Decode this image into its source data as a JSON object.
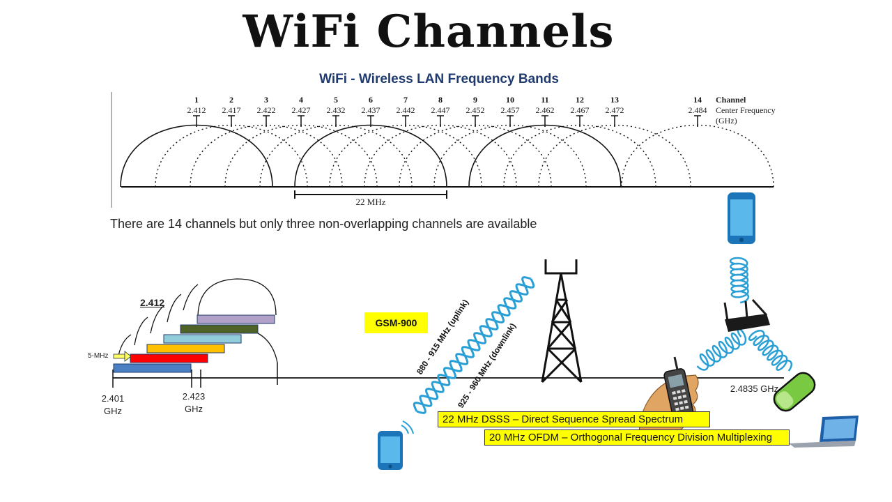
{
  "title": "WiFi Channels",
  "band_title": "WiFi - Wireless LAN Frequency Bands",
  "caption": "There are 14 channels but only three non-overlapping channels are available",
  "channels": [
    {
      "num": "1",
      "freq": "2.412"
    },
    {
      "num": "2",
      "freq": "2.417"
    },
    {
      "num": "3",
      "freq": "2.422"
    },
    {
      "num": "4",
      "freq": "2.427"
    },
    {
      "num": "5",
      "freq": "2.432"
    },
    {
      "num": "6",
      "freq": "2.437"
    },
    {
      "num": "7",
      "freq": "2.442"
    },
    {
      "num": "8",
      "freq": "2.447"
    },
    {
      "num": "9",
      "freq": "2.452"
    },
    {
      "num": "10",
      "freq": "2.457"
    },
    {
      "num": "11",
      "freq": "2.462"
    },
    {
      "num": "12",
      "freq": "2.467"
    },
    {
      "num": "13",
      "freq": "2.472"
    },
    {
      "num": "14",
      "freq": "2.484"
    }
  ],
  "legend": {
    "channel": "Channel",
    "center_frequency": "Center Frequency",
    "unit": "(GHz)"
  },
  "width_label": "22 MHz",
  "lower": {
    "small_freq_label": "2.412",
    "step_label": "5-MHz",
    "left_freq": "2.401",
    "left_unit": "GHz",
    "mid_freq": "2.423",
    "mid_unit": "GHz",
    "right_freq": "2.4835 GHz",
    "gsm_label": "GSM-900",
    "uplink": "880 - 915 MHz (uplink)",
    "downlink": "925 - 960 MHz (downlink)",
    "dsss": "22 MHz DSSS – Direct Sequence Spread Spectrum",
    "ofdm": "20 MHz OFDM – Orthogonal Frequency Division Multiplexing",
    "bar_colors": [
      "#4a7fc1",
      "#ff0000",
      "#ffc000",
      "#92cddc",
      "#4f6228",
      "#b1a0c7"
    ]
  },
  "icons": [
    "smartphone-icon",
    "router-icon",
    "cell-tower-icon",
    "mobile-phone-hand-icon",
    "laptop-icon",
    "battery-icon"
  ]
}
